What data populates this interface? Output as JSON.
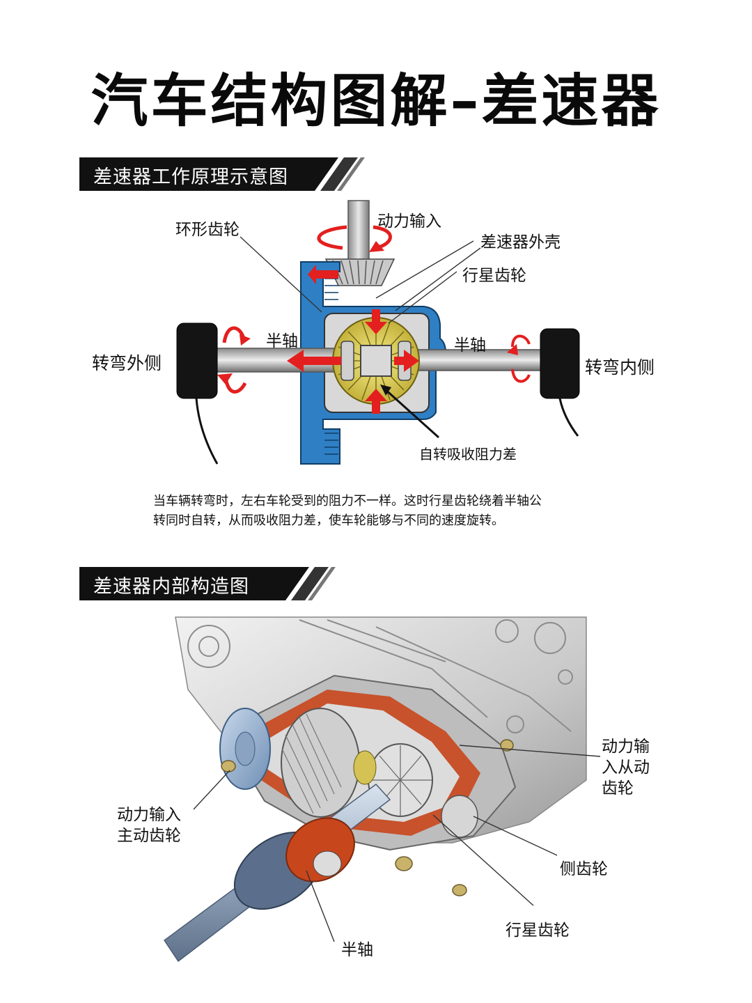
{
  "title": "汽车结构图解–差速器",
  "section1": {
    "heading": "差速器工作原理示意图",
    "labels": {
      "ring_gear": "环形齿轮",
      "power_input": "动力输入",
      "diff_housing": "差速器外壳",
      "planet_gear": "行星齿轮",
      "half_shaft_left": "半轴",
      "half_shaft_right": "半轴",
      "turn_outer": "转弯外侧",
      "turn_inner": "转弯内侧",
      "self_rotate": "自转吸收阻力差"
    },
    "description_lines": [
      "当车辆转弯时，左右车轮受到的阻力不一样。这时行星齿轮绕着半轴公",
      "转同时自转，从而吸收阻力差，使车轮能够与不同的速度旋转。"
    ]
  },
  "section2": {
    "heading": "差速器内部构造图",
    "labels": {
      "driven_gear_line1": "动力输",
      "driven_gear_line2": "入从动",
      "driven_gear_line3": "齿轮",
      "drive_gear_line1": "动力输入",
      "drive_gear_line2": "主动齿轮",
      "side_gear": "侧齿轮",
      "planet_gear": "行星齿轮",
      "half_shaft": "半轴"
    }
  },
  "colors": {
    "housing_blue": "#2f7fc4",
    "arrow_red": "#e41f1f",
    "gear_yellow": "#e6d84a",
    "cutaway_orange": "#c8461c",
    "bar_black": "#111111"
  }
}
